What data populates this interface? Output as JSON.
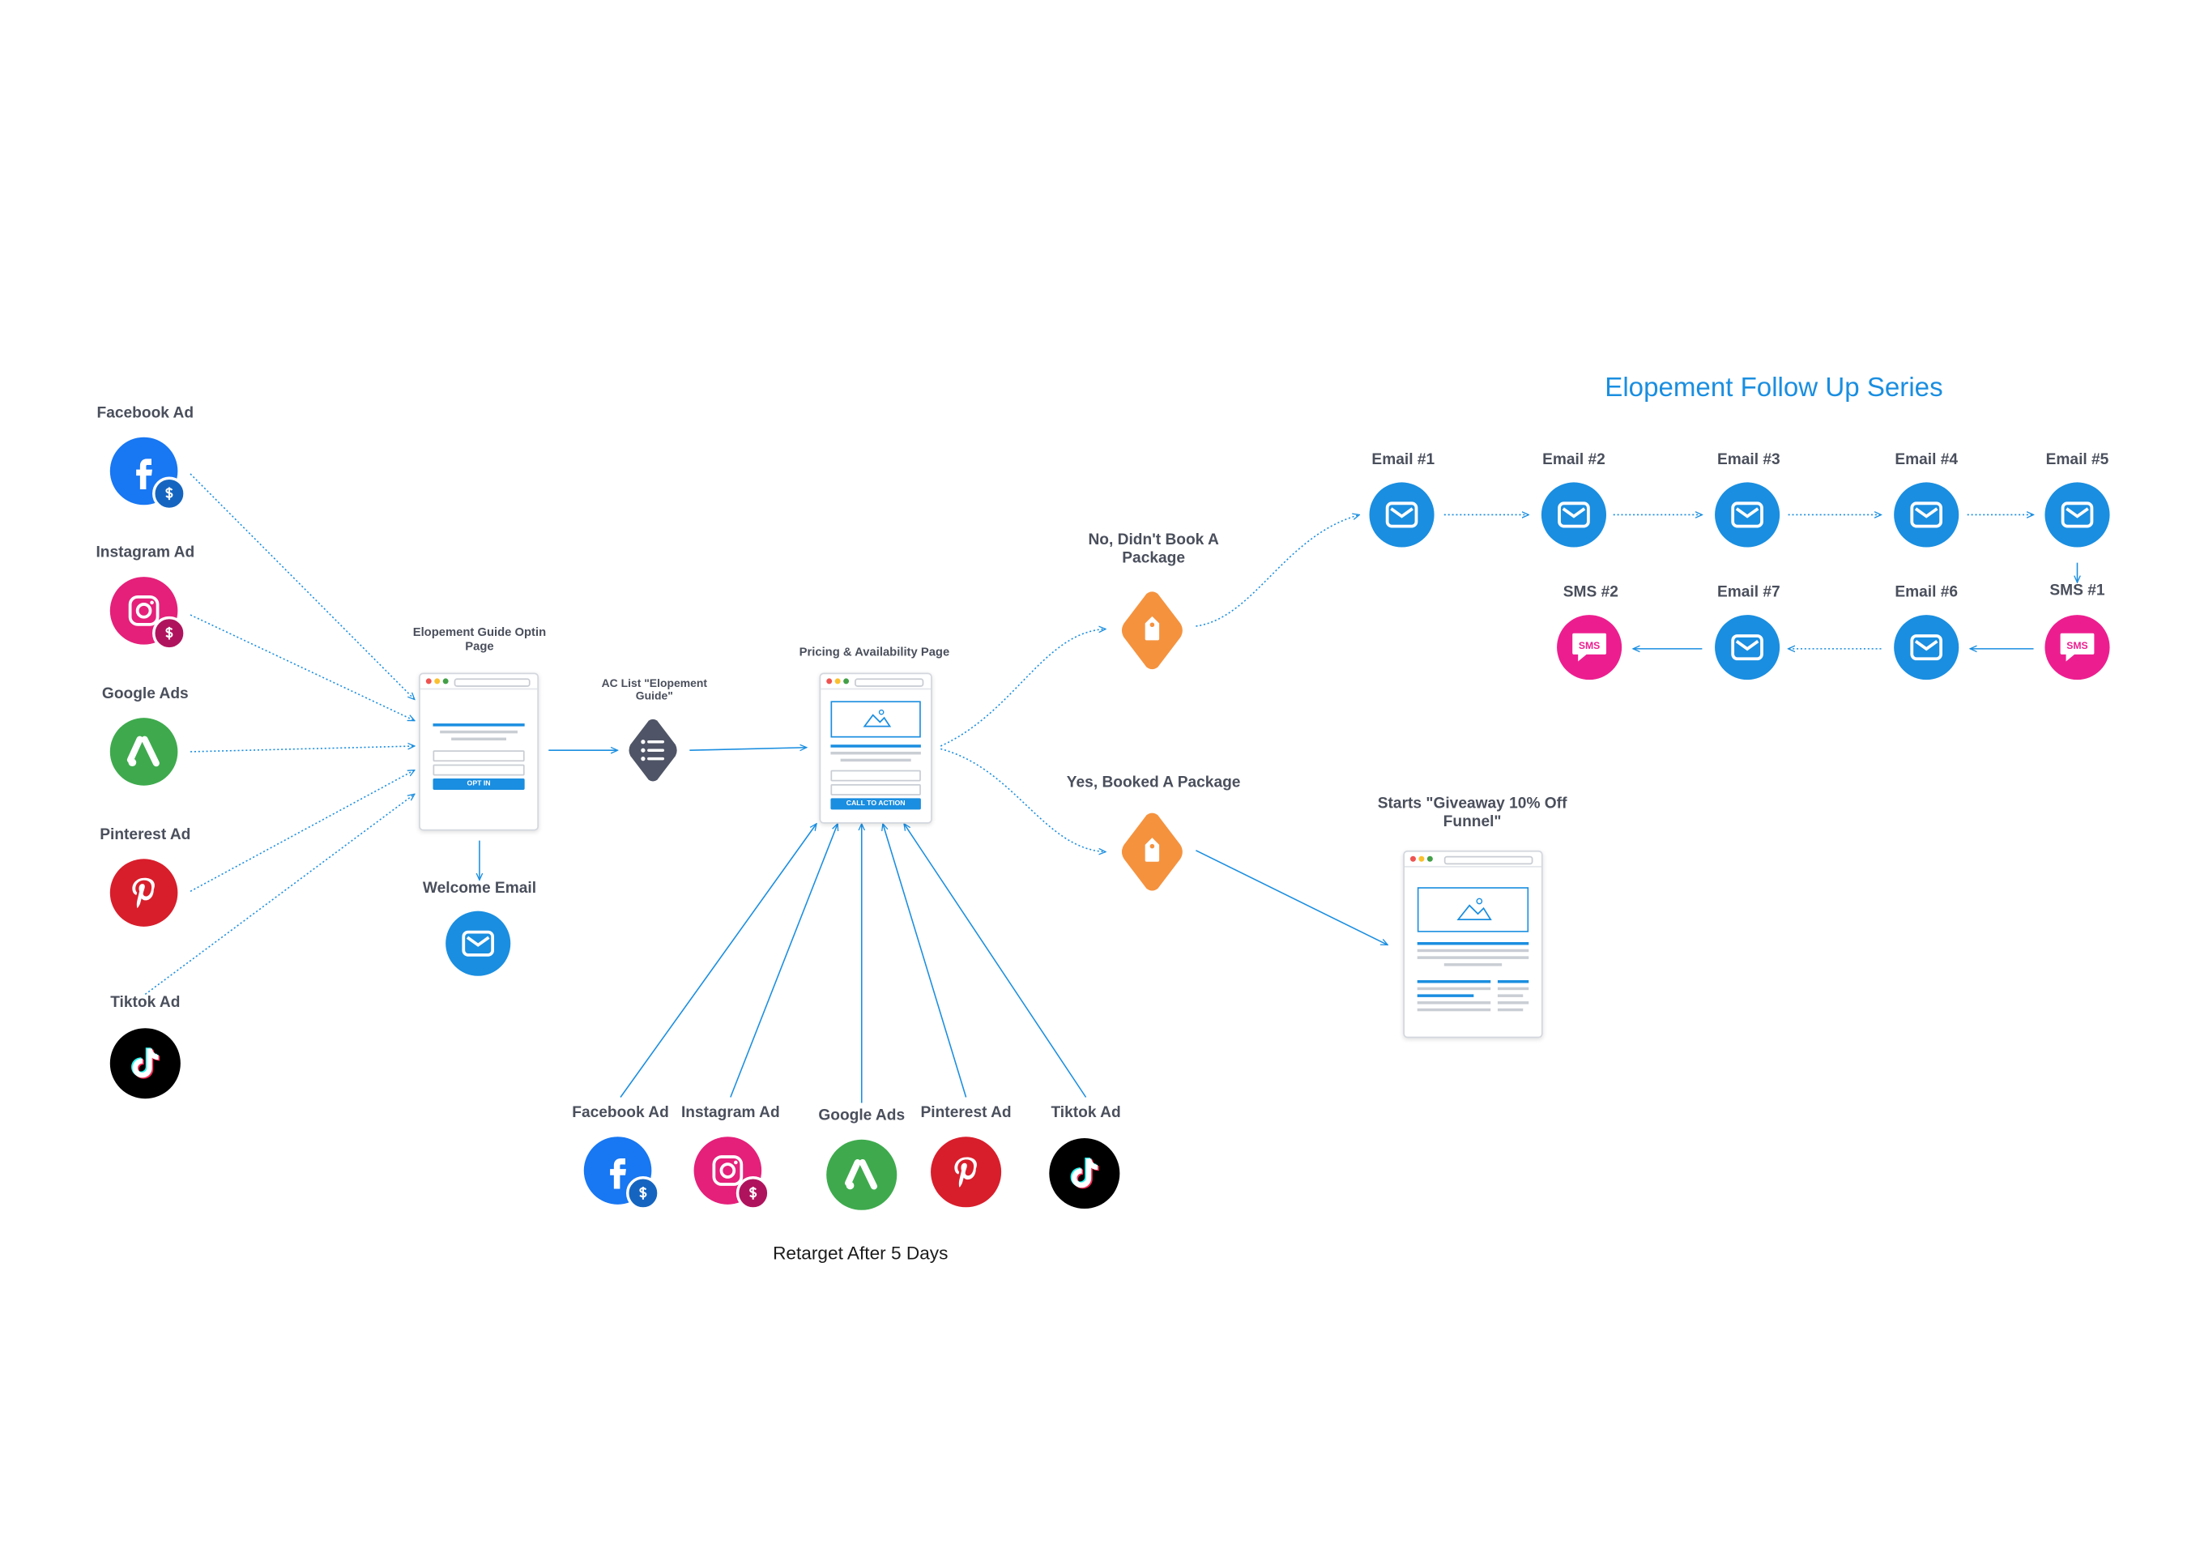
{
  "title": "Elopement Follow Up Series",
  "caption": "Retarget After 5 Days",
  "left_sources": [
    {
      "label": "Facebook Ad",
      "icon": "facebook-icon"
    },
    {
      "label": "Instagram Ad",
      "icon": "instagram-icon"
    },
    {
      "label": "Google Ads",
      "icon": "google-ads-icon"
    },
    {
      "label": "Pinterest Ad",
      "icon": "pinterest-icon"
    },
    {
      "label": "Tiktok Ad",
      "icon": "tiktok-icon"
    }
  ],
  "retarget_sources": [
    {
      "label": "Facebook Ad",
      "icon": "facebook-icon"
    },
    {
      "label": "Instagram Ad",
      "icon": "instagram-icon"
    },
    {
      "label": "Google Ads",
      "icon": "google-ads-icon"
    },
    {
      "label": "Pinterest Ad",
      "icon": "pinterest-icon"
    },
    {
      "label": "Tiktok Ad",
      "icon": "tiktok-icon"
    }
  ],
  "optin_page": {
    "label": "Elopement Guide Optin Page",
    "button": "OPT IN"
  },
  "welcome_email": {
    "label": "Welcome Email"
  },
  "ac_list": {
    "label": "AC List \"Elopement Guide\""
  },
  "pricing_page": {
    "label": "Pricing & Availability Page",
    "button": "CALL TO ACTION"
  },
  "branch_no": {
    "label": "No, Didn't Book A Package"
  },
  "branch_yes": {
    "label": "Yes, Booked A Package"
  },
  "giveaway": {
    "label": "Starts \"Giveaway 10% Off Funnel\""
  },
  "follow_up": [
    {
      "label": "Email #1",
      "type": "email"
    },
    {
      "label": "Email #2",
      "type": "email"
    },
    {
      "label": "Email #3",
      "type": "email"
    },
    {
      "label": "Email #4",
      "type": "email"
    },
    {
      "label": "Email #5",
      "type": "email"
    },
    {
      "label": "SMS #1",
      "type": "sms"
    },
    {
      "label": "Email #6",
      "type": "email"
    },
    {
      "label": "Email #7",
      "type": "email"
    },
    {
      "label": "SMS #2",
      "type": "sms"
    }
  ],
  "sms_text": "SMS",
  "colors": {
    "email": "#1a8ee0",
    "sms": "#ec1e8f",
    "tag": "#f5923e",
    "list": "#4f5566",
    "facebook": "#1877f2",
    "instagram": "#e4207a",
    "google_ads": "#3eaa4d",
    "pinterest": "#d81e2b",
    "tiktok": "#000000",
    "title": "#1a8ee0"
  }
}
